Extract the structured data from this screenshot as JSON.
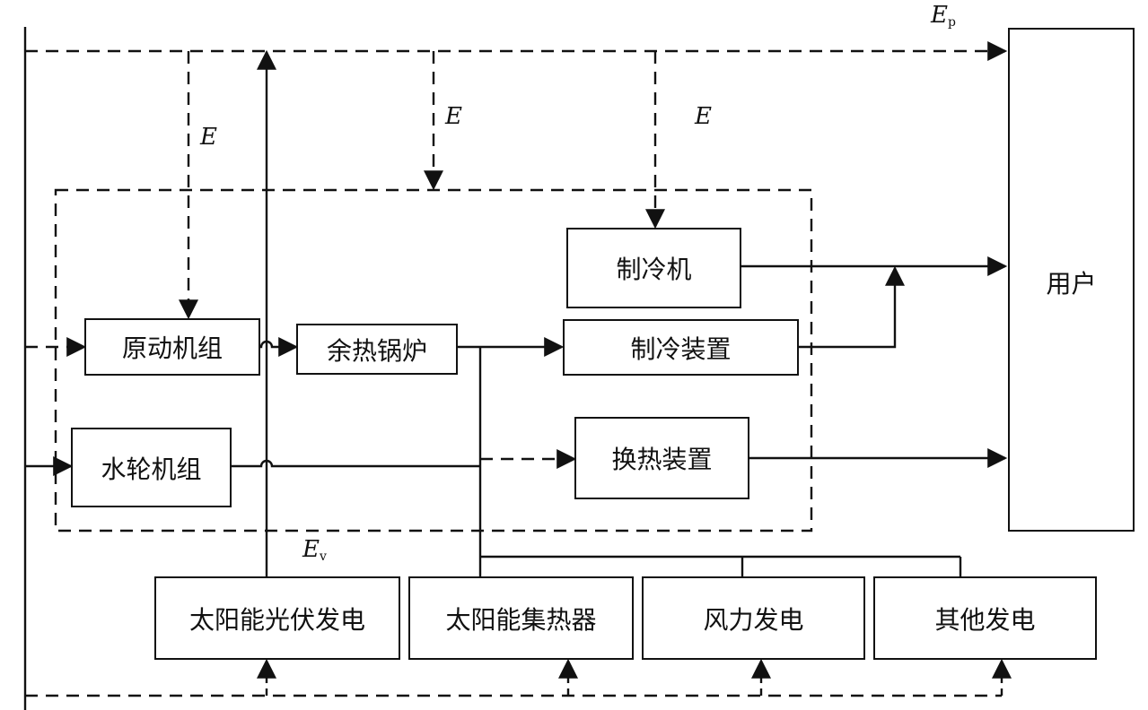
{
  "diagram": {
    "nodes": {
      "user": "用户",
      "refrigerator": "制冷机",
      "prime_mover": "原动机组",
      "waste_heat_boiler": "余热锅炉",
      "refrigeration_device": "制冷装置",
      "water_turbine": "水轮机组",
      "heat_exchanger": "换热装置",
      "solar_pv": "太阳能光伏发电",
      "solar_collector": "太阳能集热器",
      "wind_power": "风力发电",
      "other_power": "其他发电"
    },
    "labels": {
      "ep_main": "E",
      "ep_sub": "p",
      "e1": "E",
      "e2": "E",
      "e3": "E",
      "ev_main": "E",
      "ev_sub": "v"
    }
  }
}
